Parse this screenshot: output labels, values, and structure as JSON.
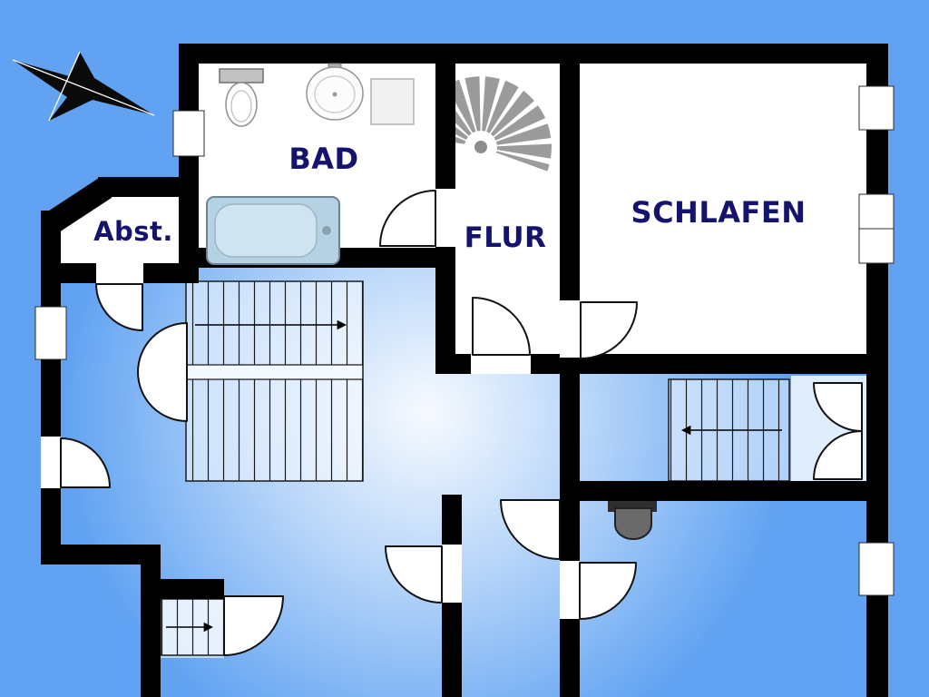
{
  "floorplan": {
    "rooms": {
      "bad": {
        "label": "BAD"
      },
      "abst": {
        "label": "Abst."
      },
      "flur": {
        "label": "FLUR"
      },
      "schlafen": {
        "label": "SCHLAFEN"
      }
    },
    "colors": {
      "background": "#61a3f2",
      "wall": "#000000",
      "room_fill": "#ffffff",
      "label_text": "#14146e",
      "bathtub_fill": "#b5d2e4",
      "stair_step_gray": "#9b9b9b",
      "floor_glow": "#ffffff"
    },
    "icons": {
      "compass_rose": "four-point-star",
      "spiral_staircase": "fan-of-gray-steps",
      "straight_stairs": "parallel-tread-lines-with-direction-arrow",
      "door": "quarter-circle-swing-arc",
      "window": "white-gap-in-wall",
      "bathtub": "rounded-rectangle-tub",
      "toilet": "cistern-and-bowl",
      "sink": "round-basin",
      "shower_tray": "square",
      "wall_basin": "dark-gray-basin"
    }
  }
}
